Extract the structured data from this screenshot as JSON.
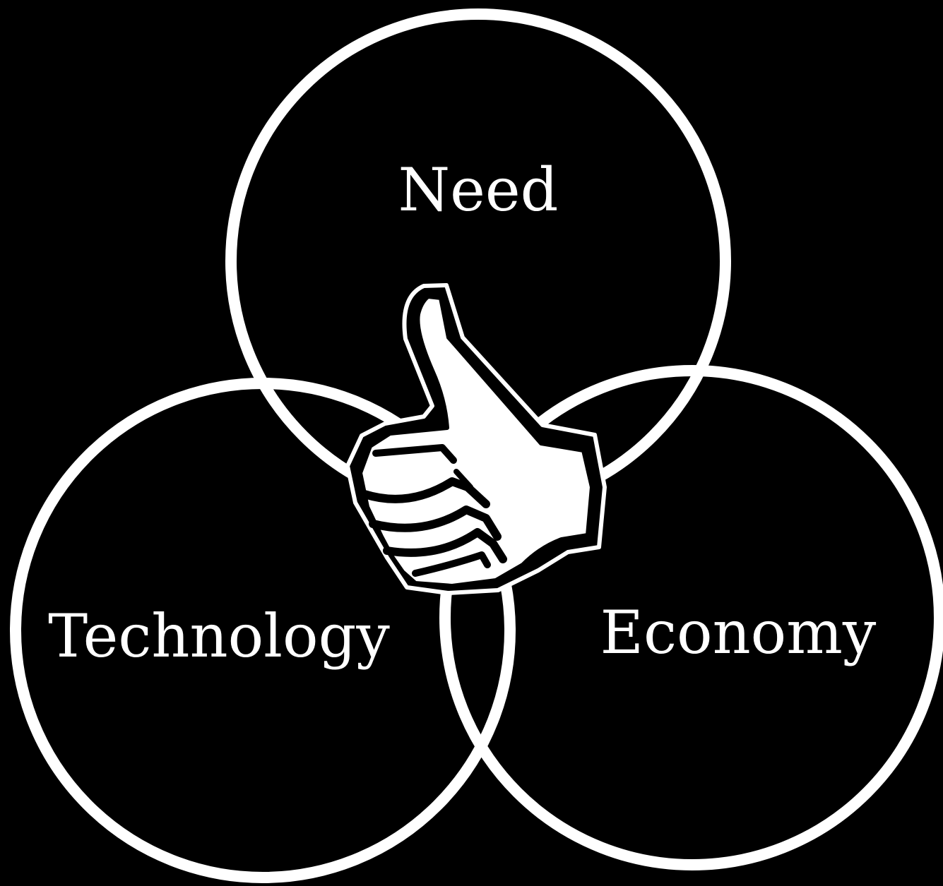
{
  "diagram": {
    "type": "venn",
    "sets": [
      {
        "id": "need",
        "label": "Need"
      },
      {
        "id": "technology",
        "label": "Technology"
      },
      {
        "id": "economy",
        "label": "Economy"
      }
    ],
    "center_icon": "thumbs-up-icon"
  },
  "colors": {
    "background": "#000000",
    "stroke": "#ffffff",
    "text": "#ffffff"
  }
}
